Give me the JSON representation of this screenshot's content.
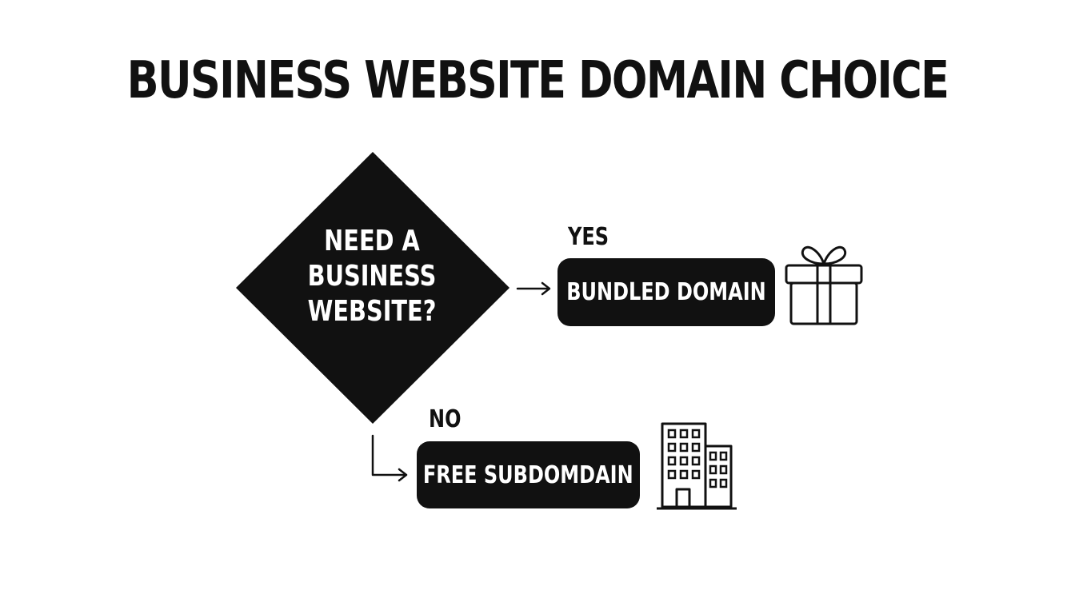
{
  "title": "BUSINESS WEBSITE DOMAIN CHOICE",
  "decision": {
    "lines": [
      "NEED A",
      "BUSINESS",
      "WEBSITE?"
    ]
  },
  "branches": {
    "yes": {
      "label": "YES",
      "outcome": "BUNDLED DOMAIN",
      "icon": "gift-icon"
    },
    "no": {
      "label": "NO",
      "outcome": "FREE SUBDOMDAIN",
      "icon": "office-building-icon"
    }
  },
  "colors": {
    "fill": "#111111",
    "background": "#ffffff",
    "text_on_fill": "#ffffff"
  }
}
